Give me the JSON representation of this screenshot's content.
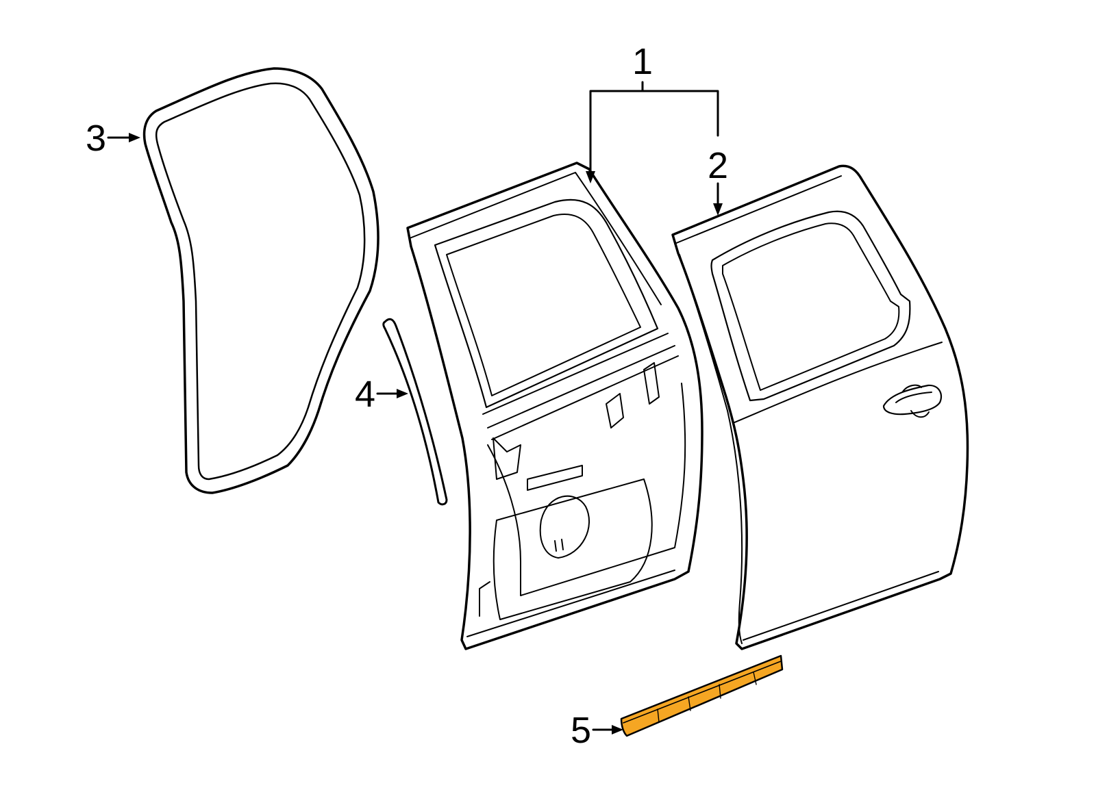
{
  "diagram": {
    "callouts": [
      {
        "id": "1",
        "label": "1"
      },
      {
        "id": "2",
        "label": "2"
      },
      {
        "id": "3",
        "label": "3"
      },
      {
        "id": "4",
        "label": "4"
      },
      {
        "id": "5",
        "label": "5"
      }
    ],
    "colors": {
      "line": "#000000",
      "highlight": "#F5A623",
      "background": "#FFFFFF"
    }
  }
}
